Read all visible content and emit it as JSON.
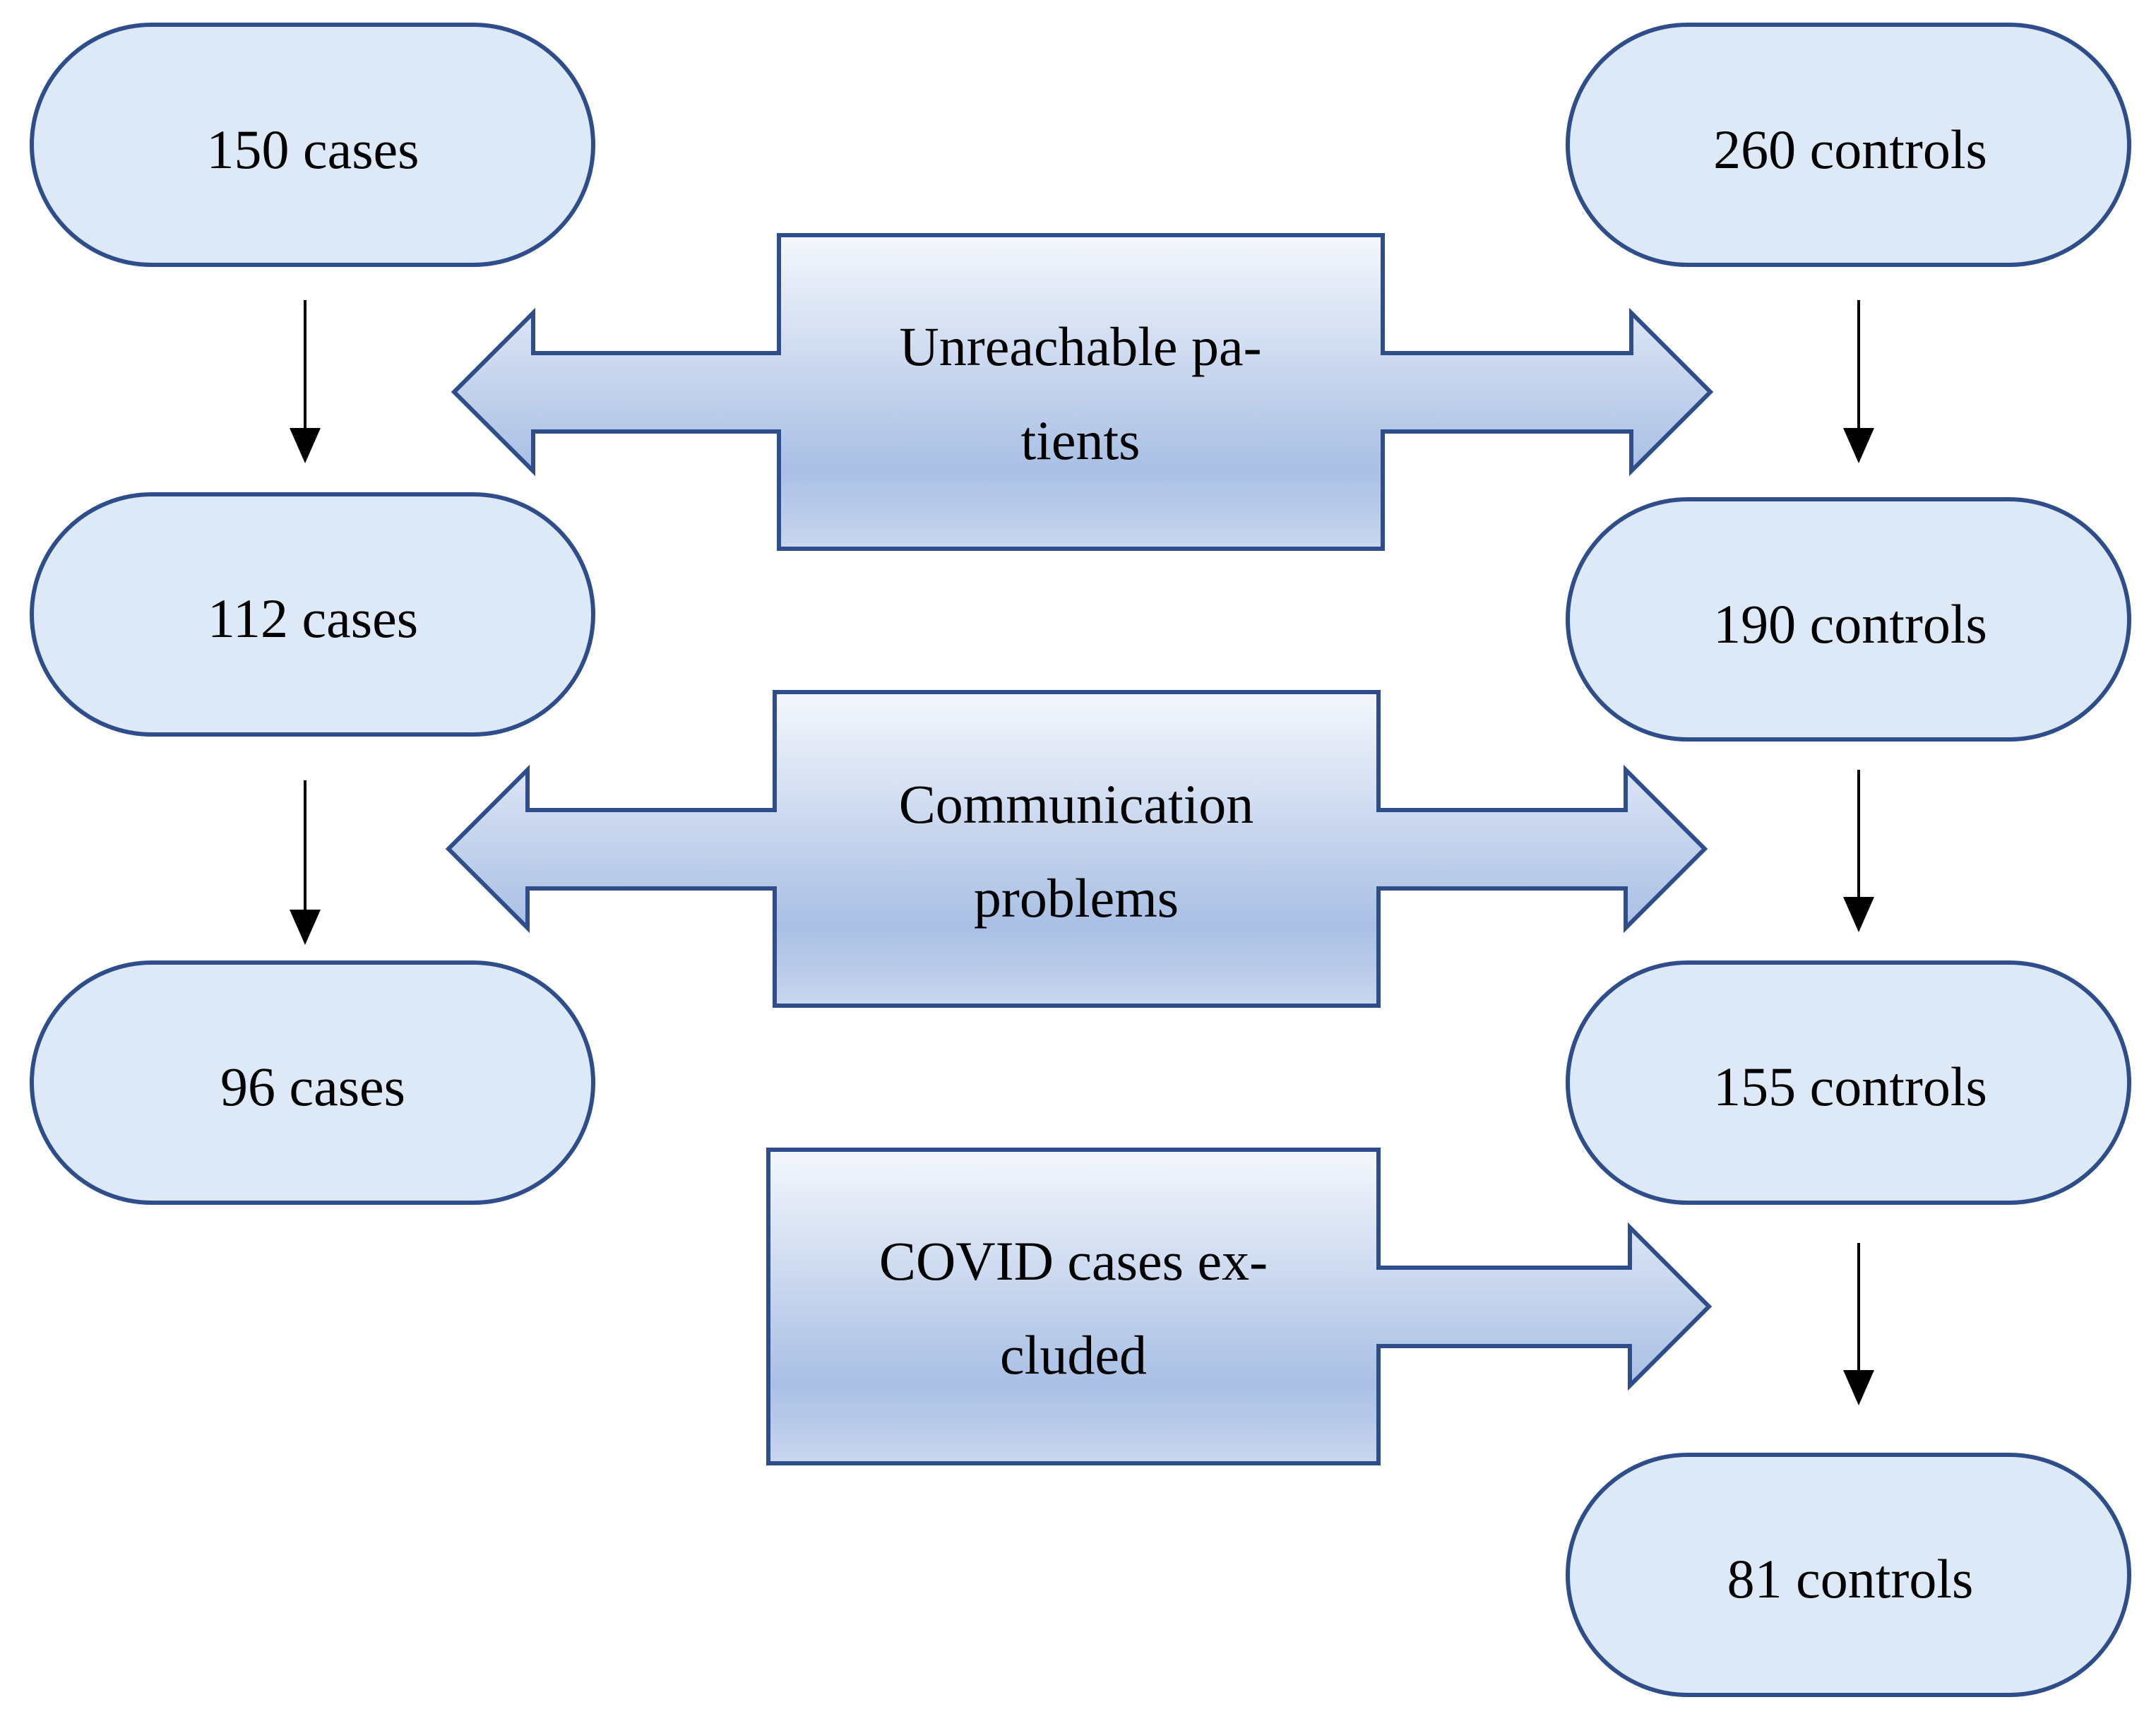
{
  "cases": [
    {
      "label": "150 cases"
    },
    {
      "label": "112 cases"
    },
    {
      "label": "96 cases"
    }
  ],
  "controls": [
    {
      "label": "260 controls"
    },
    {
      "label": "190 controls"
    },
    {
      "label": "155 controls"
    },
    {
      "label": "81 controls"
    }
  ],
  "exclusions": [
    {
      "line1": "Unreachable pa-",
      "line2": "tients"
    },
    {
      "line1": "Communication",
      "line2": "problems"
    },
    {
      "line1": "COVID cases ex-",
      "line2": "cluded"
    }
  ],
  "colors": {
    "node_fill": "#dde9f6",
    "border": "#2e4d8a",
    "callout_gradient_light": "#f2f6fc",
    "callout_gradient_dark": "#a9bfe4"
  }
}
